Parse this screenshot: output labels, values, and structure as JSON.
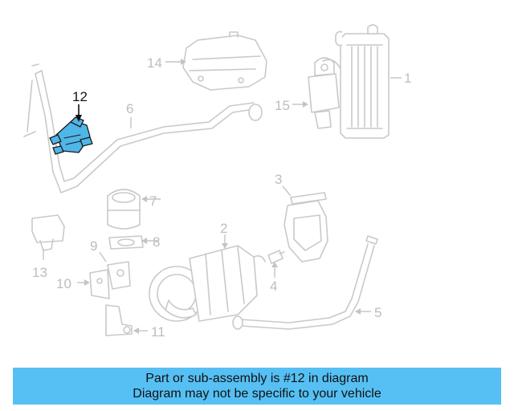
{
  "highlighted_part": "12",
  "callouts": {
    "c1": "1",
    "c2": "2",
    "c3": "3",
    "c4": "4",
    "c5": "5",
    "c6": "6",
    "c7": "7",
    "c8": "8",
    "c9": "9",
    "c10": "10",
    "c11": "11",
    "c12": "12",
    "c13": "13",
    "c14": "14",
    "c15": "15"
  },
  "banner": {
    "line1": "Part or sub-assembly is #12 in diagram",
    "line2": "Diagram may not be specific to your vehicle"
  },
  "colors": {
    "highlight": "#4fb6e8",
    "banner": "#56c0f4",
    "faded_parts": "#c9c9c9"
  }
}
